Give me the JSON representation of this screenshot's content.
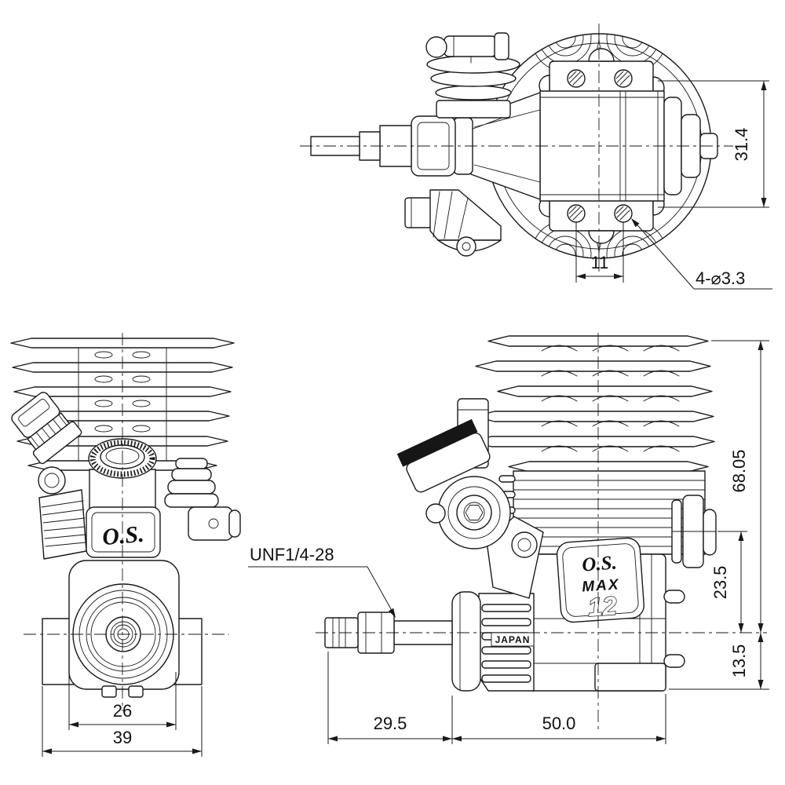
{
  "top_view": {
    "dim_engine_width": "31.4",
    "dim_mount_hole_spacing": "11",
    "mount_holes_label": "4-⌀3.3"
  },
  "front_view": {
    "dim_crankcase_width": "26",
    "dim_mount_lug_span": "39",
    "logo": "O.S."
  },
  "side_view": {
    "crankshaft_thread_label": "UNF1/4-28",
    "dim_overall_height": "68.05",
    "dim_exhaust_center_height": "23.5",
    "dim_mount_to_center": "13.5",
    "dim_shaft_length": "29.5",
    "dim_crankcase_length": "50.0",
    "badge": {
      "brand": "O.S.",
      "series": "MAX",
      "displacement": "12"
    },
    "origin_label": "JAPAN"
  },
  "colors": {
    "line": "#1a1a1a",
    "background": "#ffffff"
  }
}
